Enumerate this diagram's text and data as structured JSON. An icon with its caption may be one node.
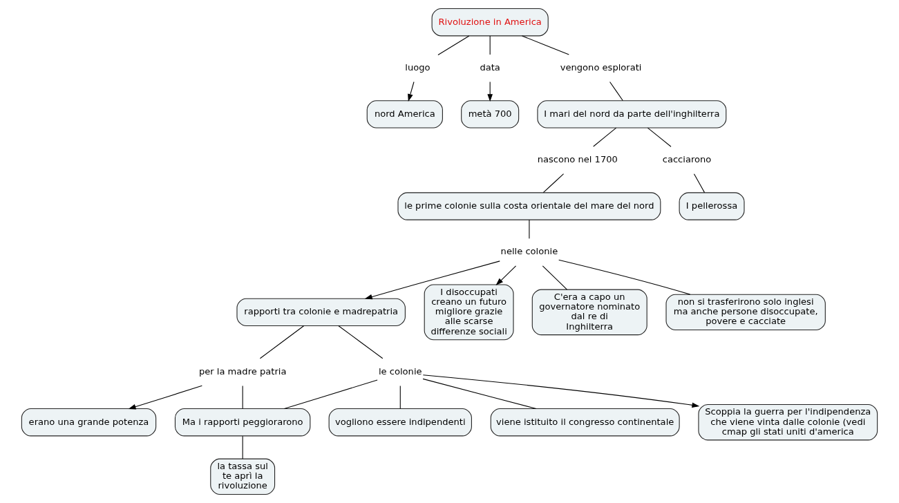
{
  "diagram": {
    "nodes": [
      {
        "text": [
          "Rivoluzione in America"
        ]
      },
      {
        "text": [
          "luogo"
        ]
      },
      {
        "text": [
          "nord America"
        ]
      },
      {
        "text": [
          "data"
        ]
      },
      {
        "text": [
          "metà 700"
        ]
      },
      {
        "text": [
          "vengono esplorati"
        ]
      },
      {
        "text": [
          "I mari del nord da parte dell'inghilterra"
        ]
      },
      {
        "text": [
          "nascono nel 1700"
        ]
      },
      {
        "text": [
          "cacciarono"
        ]
      },
      {
        "text": [
          "le prime colonie sulla costa orientale del mare del nord"
        ]
      },
      {
        "text": [
          "I pellerossa"
        ]
      },
      {
        "text": [
          "rapporti tra colonie e madrepatria"
        ]
      },
      {
        "text": [
          "nelle colonie"
        ]
      },
      {
        "text": [
          "per la madre patria"
        ]
      },
      {
        "text": [
          "I disoccupati creano un futuro migliore grazie alle scarse differenze sociali"
        ]
      },
      {
        "text": [
          "le colonie"
        ]
      },
      {
        "text": [
          "erano una grande potenza"
        ]
      },
      {
        "text": [
          "C'era a capo un governatore nominato dal re di Inghilterra"
        ]
      },
      {
        "text": [
          "non si trasferirono solo inglesi ma anche persone disoccupate, povere e cacciate"
        ]
      },
      {
        "text": [
          "Ma i rapporti peggiorarono"
        ]
      },
      {
        "text": [
          "vogliono essere indipendenti"
        ]
      },
      {
        "text": [
          "la tassa sul te aprì la rivoluzione"
        ]
      },
      {
        "text": [
          "viene istituito il congresso continentale"
        ]
      },
      {
        "text": [
          "Scoppia la guerra per l'indipendenza che viene vinta dalle colonie (vedi cmap gli stati uniti d'america"
        ]
      }
    ],
    "edges": [
      {
        "from": 0,
        "to": 1,
        "arrow": "none"
      },
      {
        "from": 1,
        "to": 2,
        "arrow": "to"
      },
      {
        "from": 0,
        "to": 3,
        "arrow": "none"
      },
      {
        "from": 3,
        "to": 4,
        "arrow": "to"
      },
      {
        "from": 0,
        "to": 5,
        "arrow": "none"
      },
      {
        "from": 5,
        "to": 6,
        "arrow": "none"
      },
      {
        "from": 6,
        "to": 7,
        "arrow": "none"
      },
      {
        "from": 7,
        "to": 9,
        "arrow": "none"
      },
      {
        "from": 6,
        "to": 8,
        "arrow": "none"
      },
      {
        "from": 8,
        "to": 10,
        "arrow": "none"
      },
      {
        "from": 9,
        "to": 12,
        "arrow": "none"
      },
      {
        "from": 12,
        "to": 11,
        "arrow": "to"
      },
      {
        "from": 12,
        "to": 14,
        "arrow": "to"
      },
      {
        "from": 12,
        "to": 17,
        "arrow": "none"
      },
      {
        "from": 12,
        "to": 18,
        "arrow": "none"
      },
      {
        "from": 11,
        "to": 15,
        "arrow": "none"
      },
      {
        "from": 11,
        "to": 13,
        "arrow": "none"
      },
      {
        "from": 13,
        "to": 16,
        "arrow": "to"
      },
      {
        "from": 13,
        "to": 19,
        "arrow": "none"
      },
      {
        "from": 15,
        "to": 20,
        "arrow": "none"
      },
      {
        "from": 15,
        "to": 22,
        "arrow": "none"
      },
      {
        "from": 15,
        "to": 19,
        "arrow": "none"
      },
      {
        "from": 15,
        "to": 23,
        "arrow": "to"
      },
      {
        "from": 19,
        "to": 21,
        "arrow": "none"
      }
    ]
  }
}
